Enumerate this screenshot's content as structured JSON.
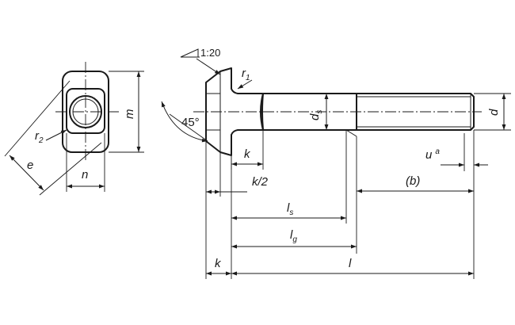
{
  "taper": {
    "ratio": "1:20"
  },
  "end_view": {
    "labels": {
      "m": "m",
      "n": "n",
      "e": "e",
      "r2_main": "r",
      "r2_sub": "2"
    }
  },
  "side_view": {
    "labels": {
      "r1_main": "r",
      "r1_sub": "1",
      "angle": "45°",
      "k_small": "k",
      "k_half": "k/2",
      "ds_main": "d",
      "ds_sub": "s",
      "d": "d",
      "u_main": "u",
      "u_sup": "a",
      "b": "(b)",
      "ls_main": "l",
      "ls_sub": "s",
      "lg_main": "l",
      "lg_sub": "g",
      "k_bottom": "k",
      "l": "l"
    }
  }
}
